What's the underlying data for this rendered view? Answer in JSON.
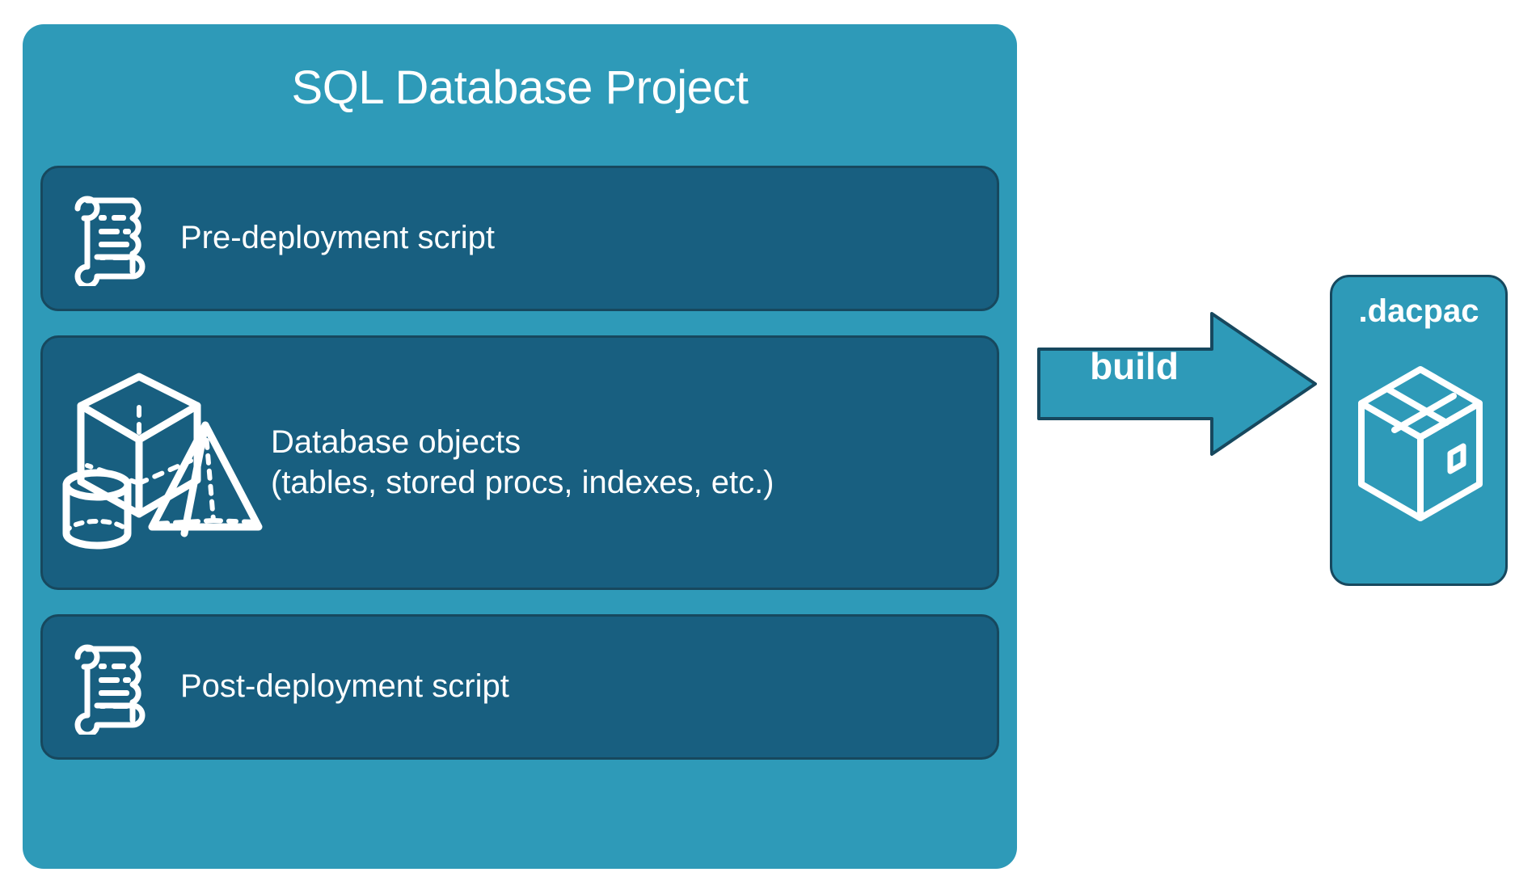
{
  "diagram": {
    "title": "SQL Database Project",
    "colors": {
      "container": "#2e9ab8",
      "card": "#185f80",
      "card_border": "#17485e",
      "text": "#ffffff",
      "background": "#ffffff"
    },
    "project": {
      "title": "SQL Database Project",
      "cards": [
        {
          "id": "pre-deployment",
          "label": "Pre-deployment script",
          "icon": "scroll-icon"
        },
        {
          "id": "database-objects",
          "label": "Database objects\n(tables, stored procs, indexes, etc.)",
          "line1": "Database objects",
          "line2": "(tables, stored procs, indexes, etc.)",
          "icon": "3d-shapes-icon"
        },
        {
          "id": "post-deployment",
          "label": "Post-deployment script",
          "icon": "scroll-icon"
        }
      ]
    },
    "arrow": {
      "label": "build",
      "icon": "right-arrow-icon",
      "direction": "right"
    },
    "output": {
      "title": ".dacpac",
      "icon": "package-box-icon"
    }
  }
}
